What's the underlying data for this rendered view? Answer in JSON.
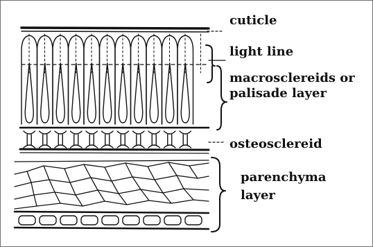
{
  "labels": {
    "cuticle": "cuticle",
    "light_line": "light line",
    "macrosclereids_line1": "macrosclereids or",
    "macrosclereids_line2": "palisade layer",
    "osteosclereid": "osteosclereid",
    "parenchyma_line1": "parenchyma",
    "parenchyma_line2": "layer"
  }
}
